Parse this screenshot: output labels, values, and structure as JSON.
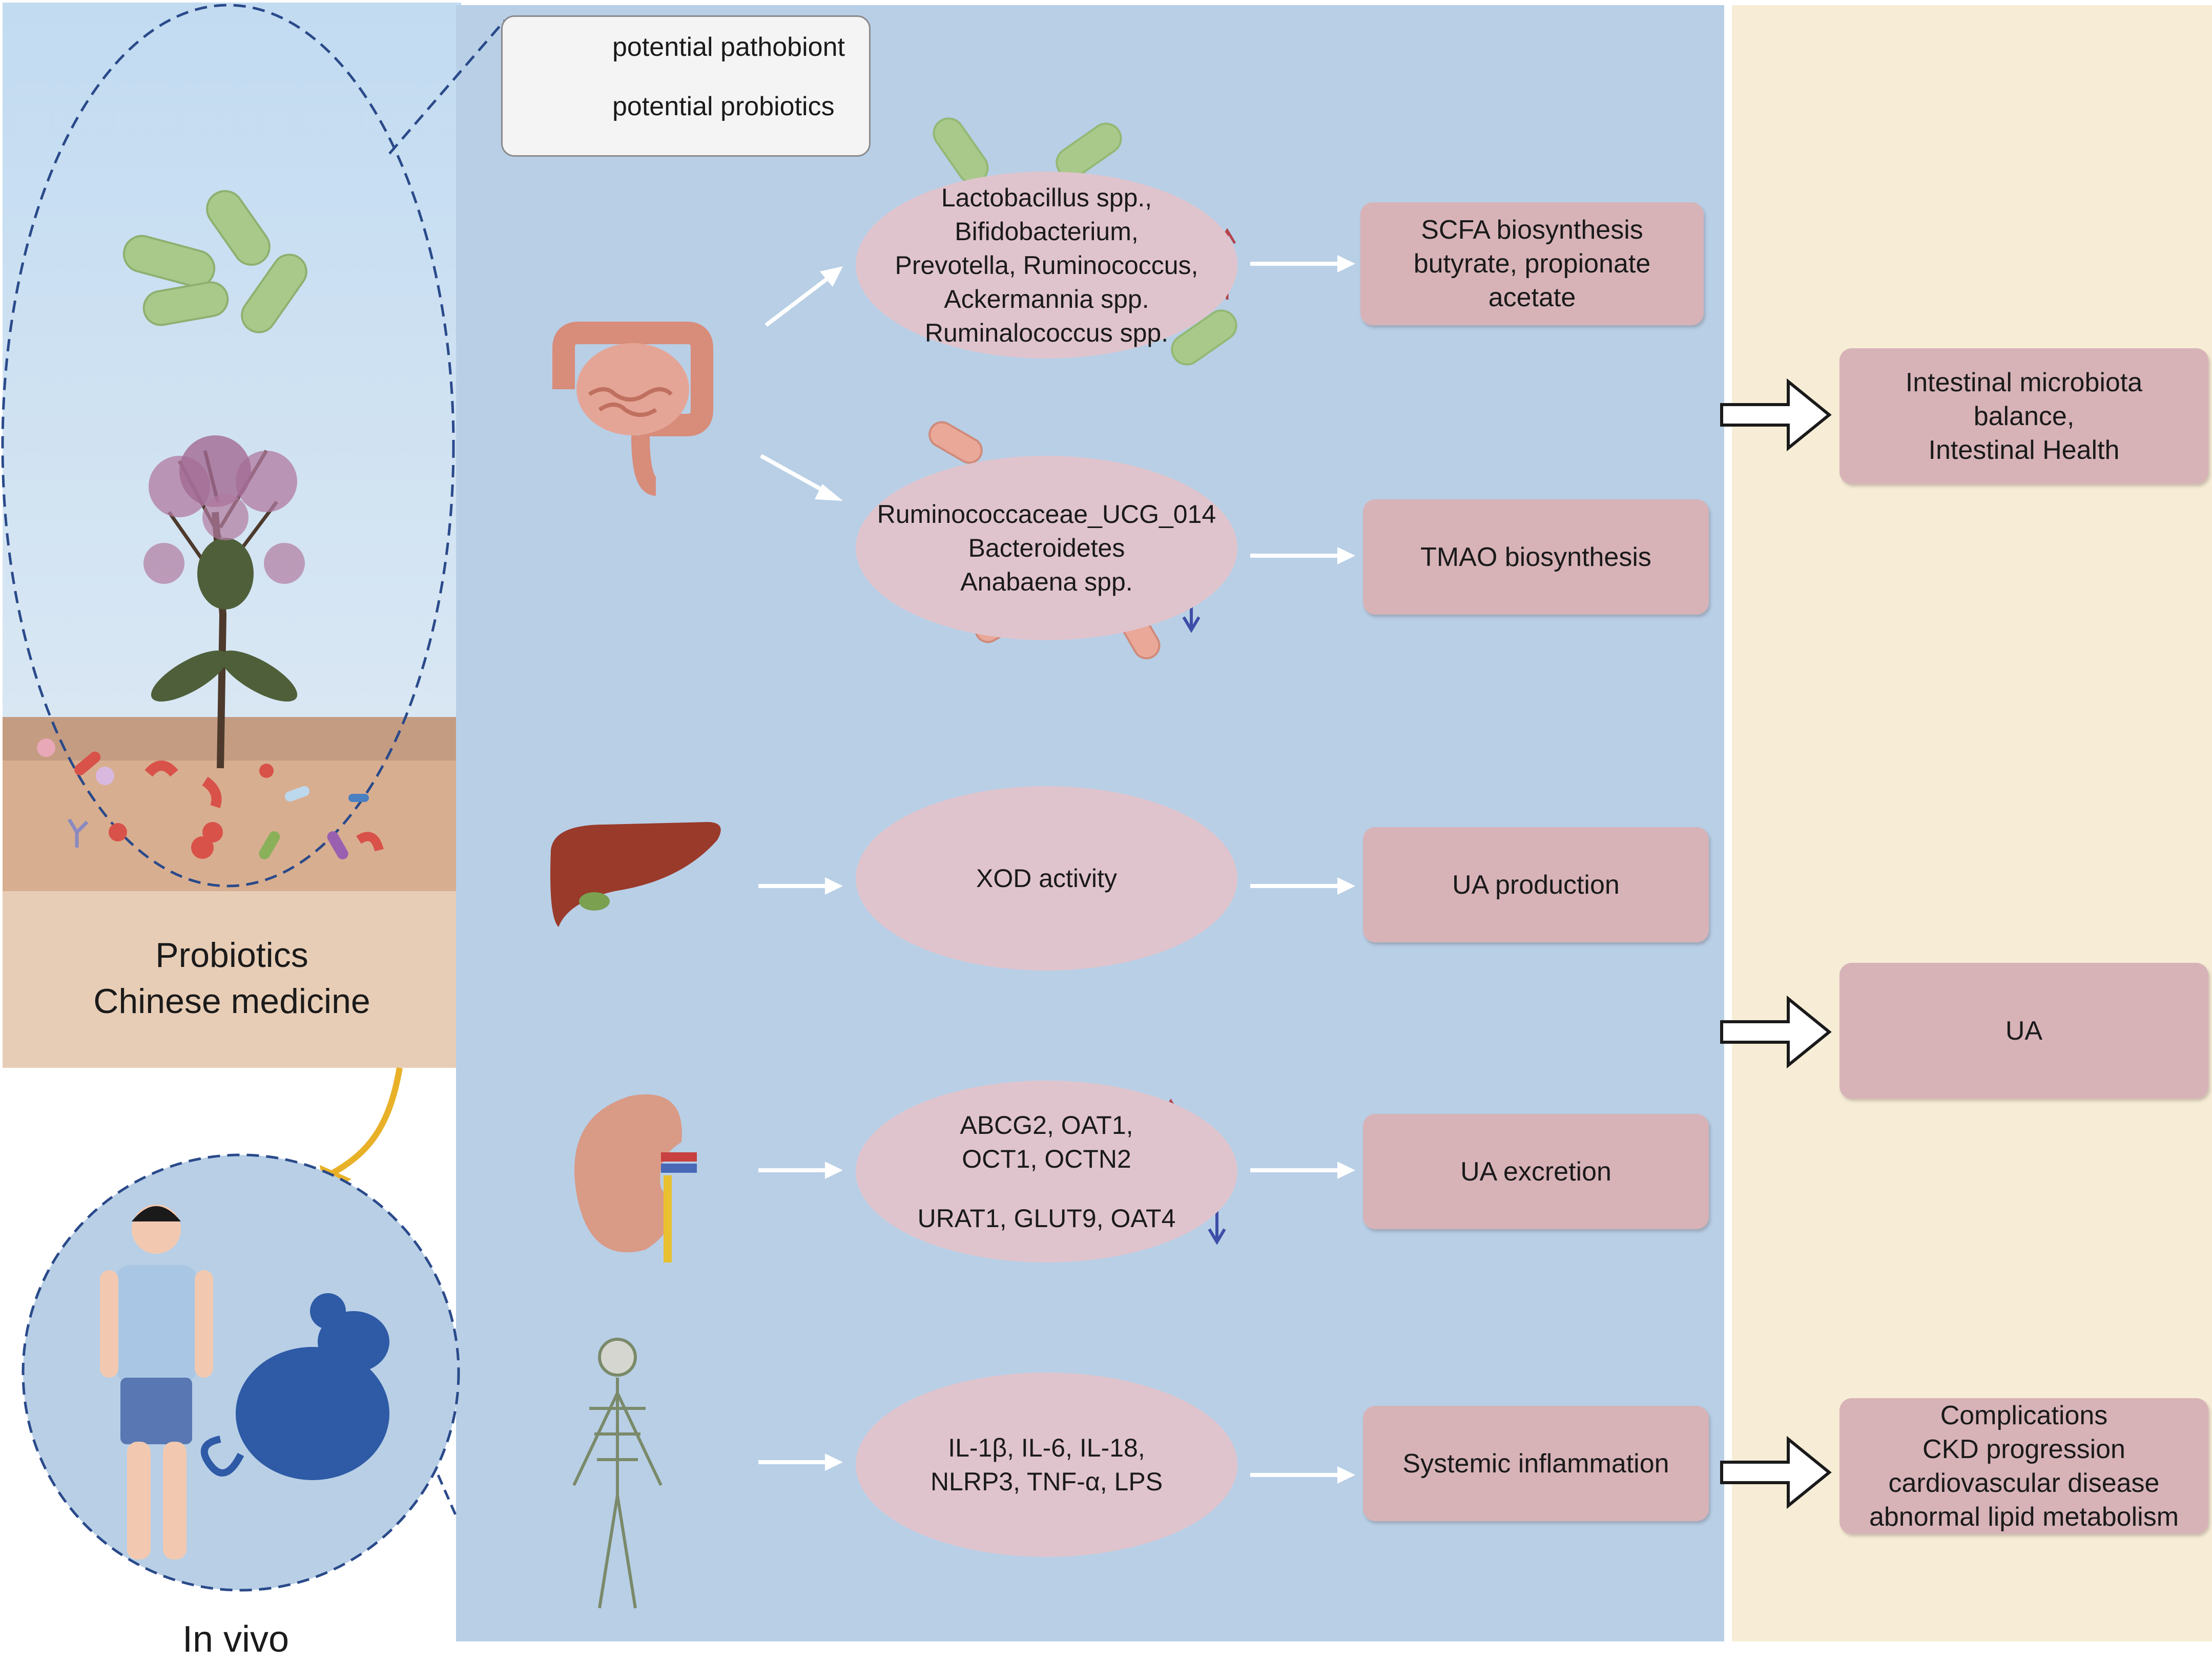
{
  "legend": {
    "pathobiont_label": "potential pathobiont",
    "probiotics_label": "potential probiotics"
  },
  "intervention": {
    "line1": "Probiotics",
    "line2": "Chinese medicine"
  },
  "in_vivo_label": "In vivo",
  "gut": {
    "up_group": [
      "Lactobacillus spp.,",
      "Bifidobacterium,",
      "Prevotella, Ruminococcus,",
      "Ackermannia spp.",
      "Ruminalococcus spp."
    ],
    "down_group": [
      "Ruminococcaceae_UCG_014",
      "Bacteroidetes",
      "Anabaena spp."
    ],
    "scfa_box": [
      "SCFA biosynthesis",
      "butyrate, propionate",
      "acetate"
    ],
    "tmao_box": "TMAO biosynthesis"
  },
  "liver": {
    "ellipse": "XOD activity",
    "box": "UA production"
  },
  "kidney": {
    "up_genes": [
      "ABCG2, OAT1,",
      "OCT1, OCTN2"
    ],
    "down_genes": "URAT1, GLUT9, OAT4",
    "box": "UA excretion"
  },
  "nervous": {
    "ellipse": [
      "IL-1β, IL-6, IL-18,",
      "NLRP3, TNF-α, LPS"
    ],
    "box": "Systemic inflammation"
  },
  "outcomes": {
    "microbiota": [
      "Intestinal microbiota",
      "balance,",
      "Intestinal Health"
    ],
    "ua": "UA",
    "complications": [
      "Complications",
      "CKD progression",
      "cardiovascular disease",
      "abnormal lipid metabolism"
    ]
  },
  "colors": {
    "up_arrow": "#b5434c",
    "down_arrow": "#3d4ea8",
    "pathobiont": "#e9a898",
    "probiotic": "#a9c98a"
  }
}
